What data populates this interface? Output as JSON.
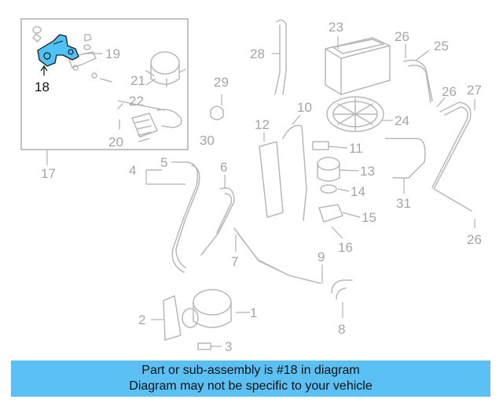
{
  "diagram": {
    "highlight_color": "#4fc3f7",
    "line_color": "#b8b8b8",
    "callouts": [
      "1",
      "2",
      "3",
      "4",
      "5",
      "6",
      "7",
      "8",
      "9",
      "10",
      "11",
      "12",
      "13",
      "14",
      "15",
      "16",
      "17",
      "18",
      "19",
      "20",
      "21",
      "22",
      "23",
      "24",
      "25",
      "26",
      "26",
      "26",
      "27",
      "28",
      "29",
      "30",
      "31"
    ]
  },
  "banner": {
    "line1": "Part or sub-assembly is #18 in diagram",
    "line2": "Diagram may not be specific to your vehicle",
    "color": "#5bc1f5"
  }
}
